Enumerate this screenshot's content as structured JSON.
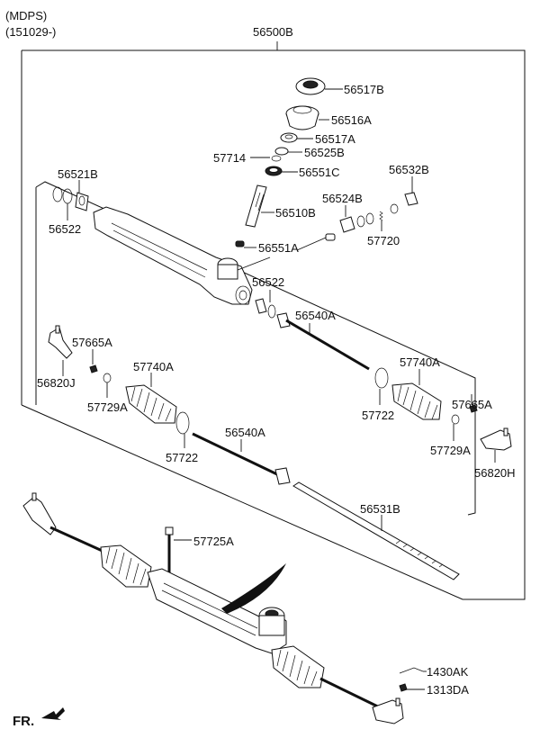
{
  "header": {
    "variant": "(MDPS)",
    "date_range": "(151029-)"
  },
  "assembly_label": "56500B",
  "parts": {
    "p56517B_top": "56517B",
    "p56516A": "56516A",
    "p56517A": "56517A",
    "p56525B": "56525B",
    "p57714": "57714",
    "p56551C": "56551C",
    "p56532B": "56532B",
    "p56521B": "56521B",
    "p56522_left": "56522",
    "p56524B": "56524B",
    "p56510B": "56510B",
    "p57720": "57720",
    "p56551A": "56551A",
    "p56522_mid": "56522",
    "p56540A_upper": "56540A",
    "p57665A_left": "57665A",
    "p56820J": "56820J",
    "p57740A_left": "57740A",
    "p57729A_left": "57729A",
    "p57740A_right": "57740A",
    "p57722_right": "57722",
    "p57665A_right": "57665A",
    "p57729A_right": "57729A",
    "p56820H": "56820H",
    "p57722_left": "57722",
    "p56540A_lower": "56540A",
    "p56531B": "56531B",
    "p57725A": "57725A",
    "p1430AK": "1430AK",
    "p1313DA": "1313DA"
  },
  "direction_marker": "FR.",
  "icons": {
    "front_arrow": "arrow-left-down-icon"
  }
}
